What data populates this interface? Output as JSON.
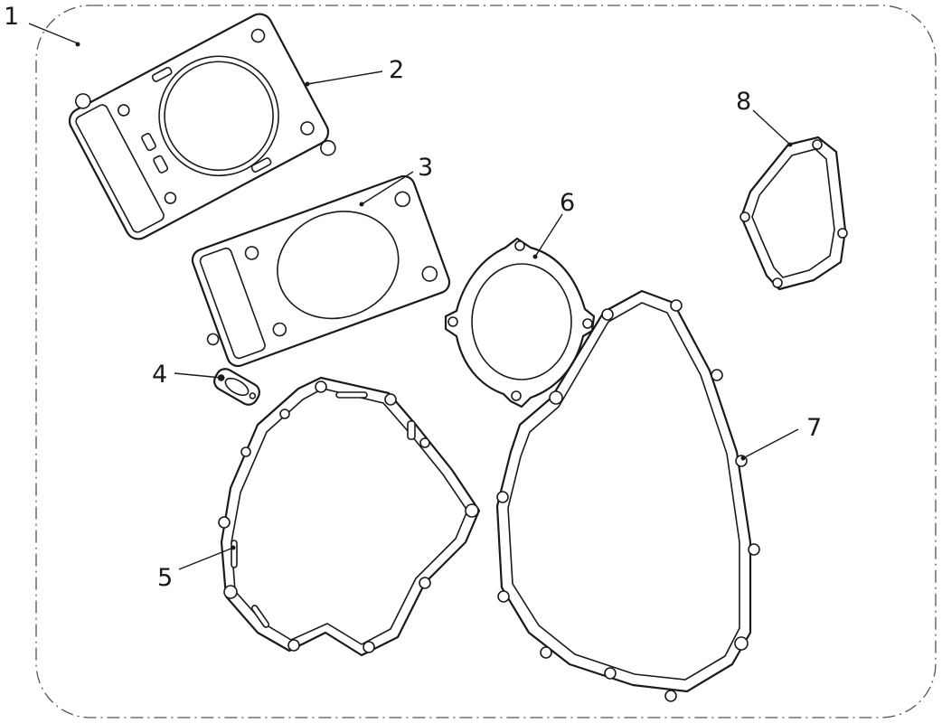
{
  "diagram": {
    "callouts": [
      {
        "id": "1",
        "label": "1"
      },
      {
        "id": "2",
        "label": "2"
      },
      {
        "id": "3",
        "label": "3"
      },
      {
        "id": "4",
        "label": "4"
      },
      {
        "id": "5",
        "label": "5"
      },
      {
        "id": "6",
        "label": "6"
      },
      {
        "id": "7",
        "label": "7"
      },
      {
        "id": "8",
        "label": "8"
      }
    ],
    "line_color": "#1a1a1a",
    "frame_color": "#555555"
  }
}
